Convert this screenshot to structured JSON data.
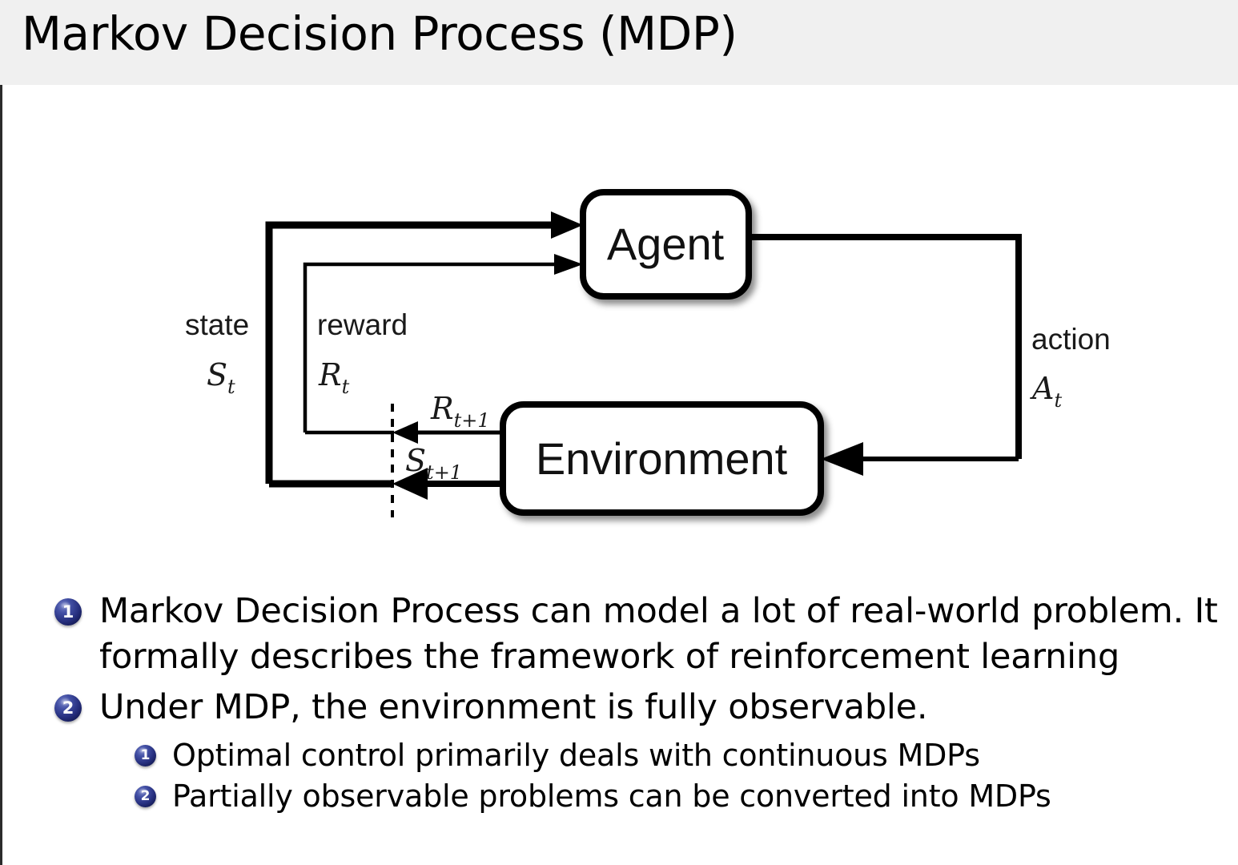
{
  "slide": {
    "title": "Markov Decision Process (MDP)",
    "header_bg": "#f0f0f0",
    "background": "#ffffff",
    "accent_bullet_color": "#262f7e"
  },
  "diagram": {
    "name": "agent-environment-interaction-loop",
    "nodes": [
      {
        "id": "agent",
        "label": "Agent"
      },
      {
        "id": "environment",
        "label": "Environment"
      }
    ],
    "edge_labels": {
      "state_word": "state",
      "state_symbol": "S",
      "state_subscript": "t",
      "reward_word": "reward",
      "reward_symbol": "R",
      "reward_subscript": "t",
      "action_word": "action",
      "action_symbol": "A",
      "action_subscript": "t",
      "next_reward_symbol": "R",
      "next_reward_subscript": "t+1",
      "next_state_symbol": "S",
      "next_state_subscript": "t+1"
    }
  },
  "bullets": [
    {
      "marker": "1",
      "level": 1,
      "text": "Markov Decision Process can model a lot of real-world problem. It\nformally describes the framework of reinforcement learning"
    },
    {
      "marker": "2",
      "level": 1,
      "text": "Under MDP, the environment is fully observable."
    },
    {
      "marker": "1",
      "level": 2,
      "text": "Optimal control primarily deals with continuous MDPs"
    },
    {
      "marker": "2",
      "level": 2,
      "text": "Partially observable problems can be converted into MDPs"
    }
  ]
}
